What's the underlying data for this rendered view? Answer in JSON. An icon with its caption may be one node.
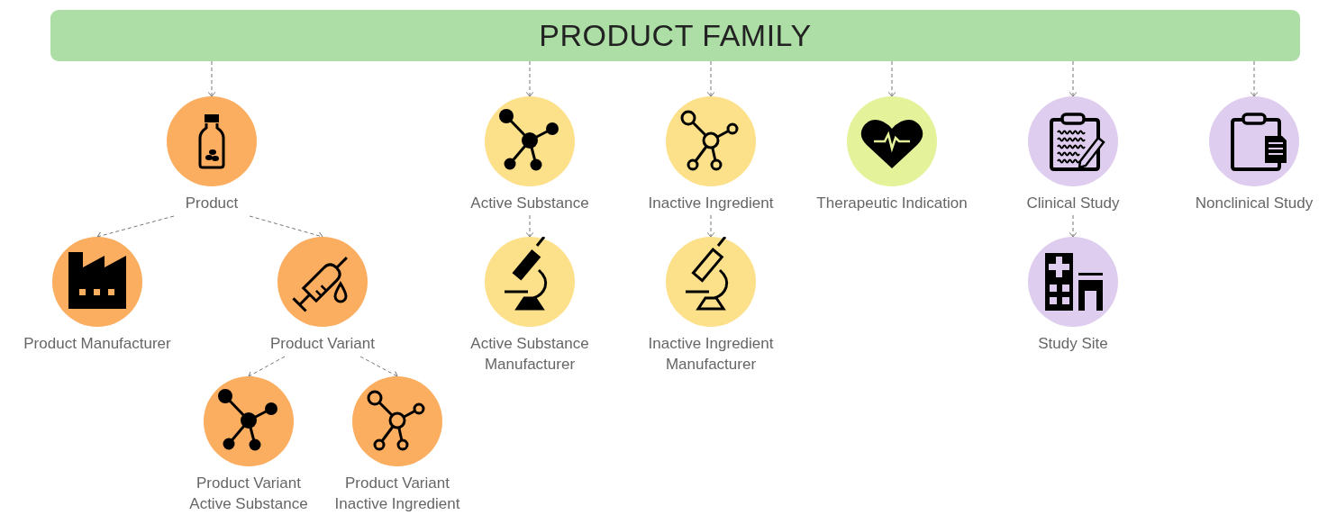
{
  "diagram": {
    "nodes": [
      {
        "text": [
          "PRODUCT FAMILY"
        ]
      },
      {
        "text": [
          "Product"
        ]
      },
      {
        "text": [
          "Product Manufacturer"
        ]
      },
      {
        "text": [
          "Product Variant"
        ]
      },
      {
        "text": [
          "Product Variant Active Substance"
        ]
      },
      {
        "text": [
          "Product Variant Inactive Ingredient"
        ]
      },
      {
        "text": [
          "Active Substance"
        ]
      },
      {
        "text": [
          "Active Substance Manufacturer"
        ]
      },
      {
        "text": [
          "Inactive Ingredient"
        ]
      },
      {
        "text": [
          "Inactive Ingredient Manufacturer"
        ]
      },
      {
        "text": [
          "Therapeutic Indication"
        ]
      },
      {
        "text": [
          "Clinical Study"
        ]
      },
      {
        "text": [
          "Study Site"
        ]
      },
      {
        "text": [
          "Nonclinical Study"
        ]
      }
    ],
    "edges": [
      {
        "from": 0,
        "to": 1,
        "arrow": "to"
      },
      {
        "from": 1,
        "to": 2,
        "arrow": "to"
      },
      {
        "from": 1,
        "to": 3,
        "arrow": "to"
      },
      {
        "from": 3,
        "to": 4,
        "arrow": "to"
      },
      {
        "from": 3,
        "to": 5,
        "arrow": "to"
      },
      {
        "from": 0,
        "to": 6,
        "arrow": "to"
      },
      {
        "from": 6,
        "to": 7,
        "arrow": "to"
      },
      {
        "from": 0,
        "to": 8,
        "arrow": "to"
      },
      {
        "from": 8,
        "to": 9,
        "arrow": "to"
      },
      {
        "from": 0,
        "to": 10,
        "arrow": "to"
      },
      {
        "from": 0,
        "to": 11,
        "arrow": "to"
      },
      {
        "from": 11,
        "to": 12,
        "arrow": "to"
      },
      {
        "from": 0,
        "to": 13,
        "arrow": "to"
      }
    ]
  }
}
